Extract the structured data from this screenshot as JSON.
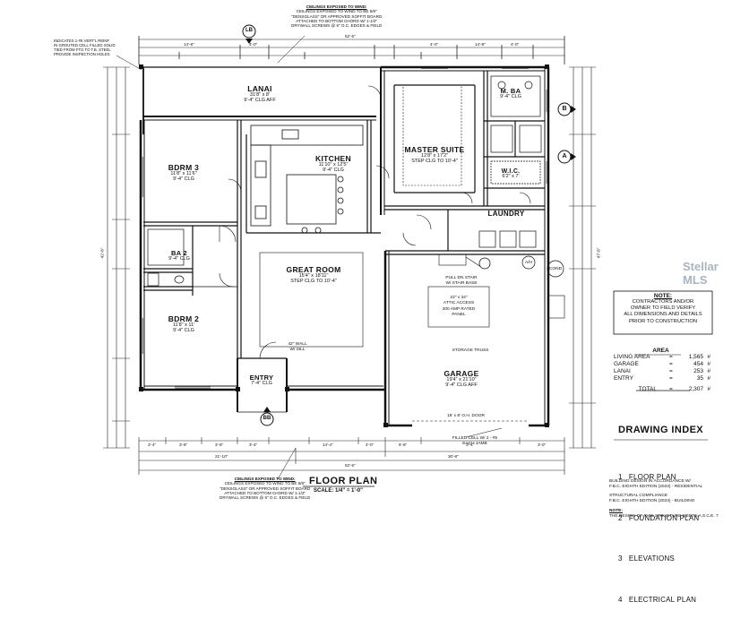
{
  "plan": {
    "title": "FLOOR PLAN",
    "scale": "SCALE: 1/4\" = 1'-0\""
  },
  "rooms": {
    "lanai": {
      "name": "LANAI",
      "size": "31'8\" x 8'",
      "clg": "9'-4\" CLG AFF"
    },
    "kitchen": {
      "name": "KITCHEN",
      "size": "11'10\" x 12'5\"",
      "clg": "9'-4\" CLG"
    },
    "master": {
      "name": "MASTER SUITE",
      "size": "12'8\" x 17'2\"",
      "clg": "STEP CLG TO 10'-4\""
    },
    "mba": {
      "name": "M. BA",
      "clg": "9'-4\" CLG"
    },
    "wic": {
      "name": "W.I.C.",
      "size": "6'2\" x 7'"
    },
    "bdrm3": {
      "name": "BDRM 3",
      "size": "11'8\" x 11'6\"",
      "clg": "9'-4\" CLG"
    },
    "laundry": {
      "name": "LAUNDRY"
    },
    "ba2": {
      "name": "BA 2",
      "clg": "9'-4\" CLG"
    },
    "great": {
      "name": "GREAT ROOM",
      "size": "15'4\" x 18'11\"",
      "clg": "STEP CLG TO 10'-4\""
    },
    "bdrm2": {
      "name": "BDRM 2",
      "size": "11'8\" x 11'",
      "clg": "9'-4\" CLG"
    },
    "garage": {
      "name": "GARAGE",
      "size": "19'4\" x 21'10\"",
      "clg": "9'-4\" CLG AFF"
    },
    "entry": {
      "name": "ENTRY",
      "clg": "7'-4\" CLG"
    }
  },
  "notes": {
    "top_ceiling": [
      "CEILINGS EXPOSED TO WIND:",
      "CEILINGS EXPOSED TO WIND TO BE 5/8\"",
      "\"DENSGLASS\" OR APPROVED SOFFIT BOARD",
      "ATTACHED TO BOTTOM CHORD W/ 1-1/2\"",
      "DRYWALL SCREWS @ 6\" O.C. EDGES & FIELD"
    ],
    "bottom_ceiling": [
      "CEILINGS EXPOSED TO WIND:",
      "CEILINGS EXPOSED TO WIND TO BE 5/8\"",
      "\"DENSGLASS\" OR APPROVED SOFFIT BOARD",
      "ATTACHED TO BOTTOM CHORD W/ 1-1/2\"",
      "DRYWALL SCREWS @ 6\" O.C. EDGES & FIELD"
    ],
    "rebar": [
      "INDICATES 1-#5 VERT'L REINF",
      "IN GROUTED CELL FILLED SOLID",
      "TIED FROM FTG TO T.B. STEEL",
      "PROVIDE INSPECTION HOLES"
    ],
    "attic": [
      "22\" x 34\"",
      "ATTIC ACCESS"
    ],
    "panel": [
      "200 AMP RATED",
      "PANEL"
    ],
    "storage": "STORAGE TRUSS",
    "garage_door": "16' x 8' O.H. DOOR",
    "filled_cell": [
      "FILLED CELL W/ 2 - #5",
      "EACH JAMB"
    ],
    "half_wall": [
      "42\" WALL",
      "W/ SILL"
    ],
    "pin_stair": [
      "PULL DN STAIR",
      "W/ STAIR BASE"
    ],
    "cond": "COND",
    "ah": "A/H"
  },
  "section_markers": {
    "top": "LB",
    "right_a": "A",
    "right_b": "B",
    "bottom": "BB"
  },
  "contractor_note": {
    "title": "NOTE:",
    "lines": [
      "CONTRACTORS AND/OR",
      "OWNER TO FIELD VERIFY",
      "ALL DIMENSIONS AND DETAILS",
      "PRIOR TO CONSTRUCTION"
    ]
  },
  "area": {
    "title": "AREA",
    "rows": [
      {
        "label": "LIVING AREA",
        "value": "1,565",
        "unit": "#"
      },
      {
        "label": "GARAGE",
        "value": "454",
        "unit": "#"
      },
      {
        "label": "LANAI",
        "value": "253",
        "unit": "#"
      },
      {
        "label": "ENTRY",
        "value": "35",
        "unit": "#"
      }
    ],
    "total_label": "TOTAL",
    "total_value": "2,307",
    "total_unit": "#"
  },
  "drawing_index": {
    "title": "DRAWING INDEX",
    "items": [
      "1   FLOOR PLAN",
      "2   FOUNDATION PLAN",
      "3   ELEVATIONS",
      "4   ELECTRICAL PLAN"
    ]
  },
  "compliance": {
    "lines1": [
      "BUILDING DESIGN IN ACCORDANCE W/",
      "F.B.C. EIGHTH EDITION (2023) - RESIDENTIAL"
    ],
    "lines2": [
      "STRUCTURAL COMPLIANCE",
      "F.B.C. EIGHTH EDITION (2023) - BUILDING"
    ],
    "note_label": "NOTE:",
    "note_text": "THE DESIGN OF THIS STRUCTURE MEETS A.S.C.E. 7"
  },
  "dimensions": {
    "overall": "52'-6\"",
    "top": [
      "14'-8\"",
      "4'-0\"",
      "4'-0\"",
      "14'-8\"",
      "4'-0\""
    ],
    "bottom": [
      "3'-4\"",
      "3'-8\"",
      "3'-8\"",
      "3'-4\"",
      "14'-4\"",
      "4'-0\"",
      "5'-8\"",
      "3'-4\"",
      "3'-0\""
    ],
    "bottom_totals": [
      "21'-10\"",
      "30'-8\""
    ],
    "left_overall": "42'-8\"",
    "right_overall": "47'-8\""
  },
  "watermark": "Stellar MLS"
}
